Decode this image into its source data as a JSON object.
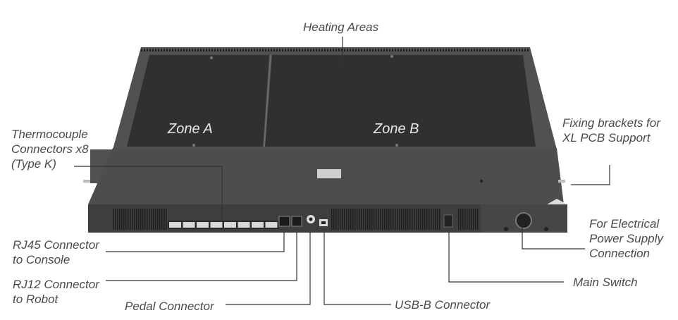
{
  "labels": {
    "heating_areas": "Heating Areas",
    "zone_a": "Zone A",
    "zone_b": "Zone B",
    "thermocouple_l1": "Thermocouple",
    "thermocouple_l2": "Connectors x8",
    "thermocouple_l3": "(Type K)",
    "fixing_l1": "Fixing brackets for",
    "fixing_l2": "XL PCB Support",
    "rj45_l1": "RJ45 Connector",
    "rj45_l2": "to Console",
    "rj12_l1": "RJ12 Connector",
    "rj12_l2": "to Robot",
    "pedal": "Pedal Connector",
    "usb_b": "USB-B Connector",
    "power_l1": "For Electrical",
    "power_l2": "Power Supply",
    "power_l3": "Connection",
    "main_switch": "Main Switch"
  },
  "colors": {
    "device_body": "#4a4b4d",
    "device_front": "#3d3e40",
    "heating_plate": "#2f3032",
    "label_text": "#4a4a4a",
    "leader_line": "#333333"
  }
}
